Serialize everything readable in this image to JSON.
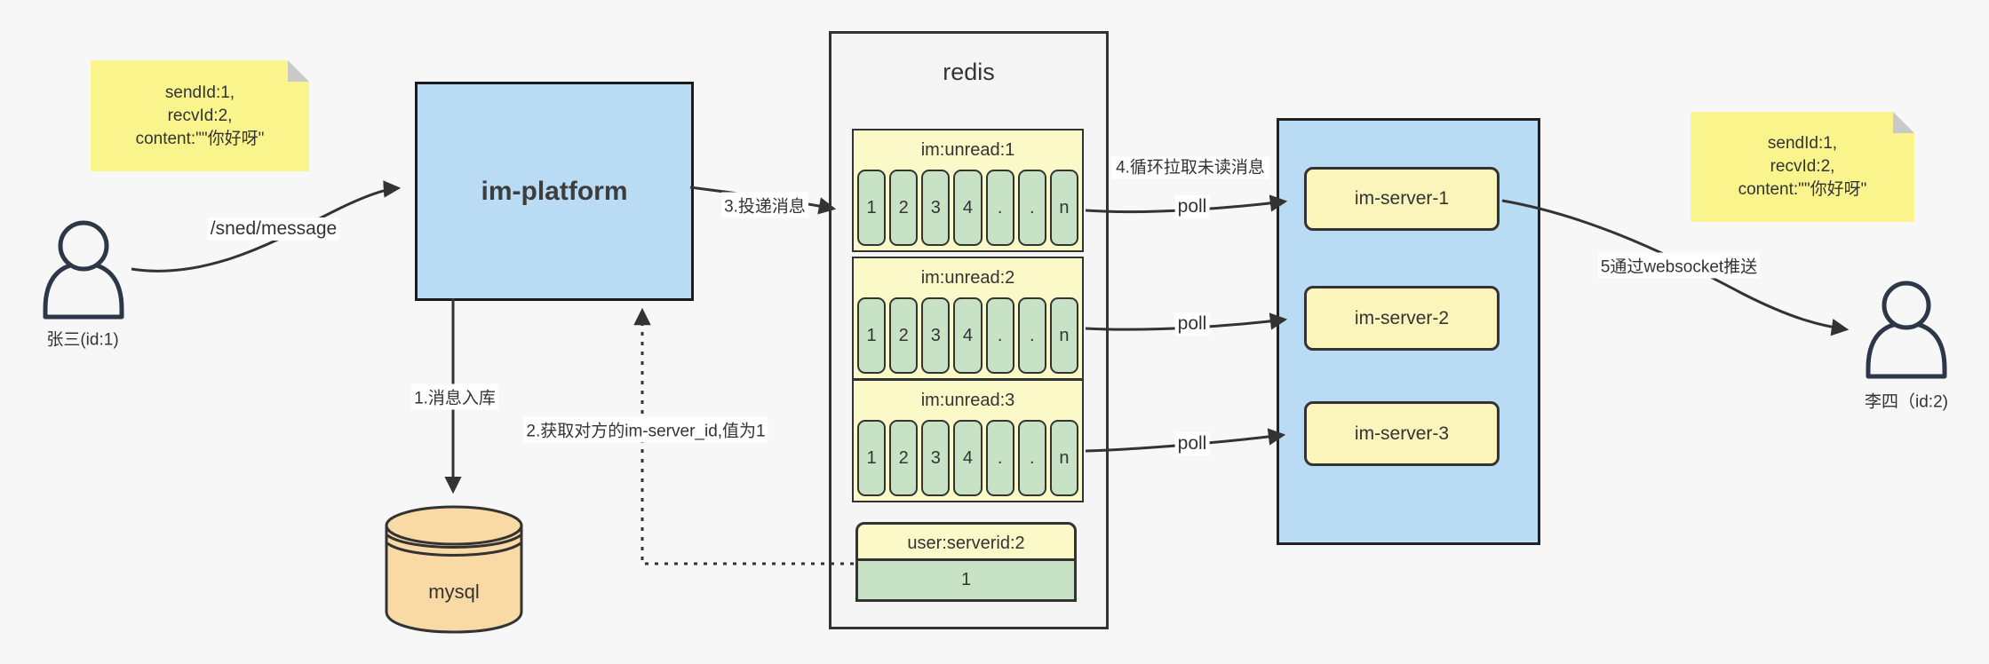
{
  "diagram_title": "im message push architecture",
  "palette": {
    "background": "#f7f7f7",
    "stroke": "#333333",
    "person_stroke": "#2d3748",
    "note_yellow": "#f9f48b",
    "node_blue": "#badbf4",
    "queue_yellow": "#fcf9c9",
    "cell_green": "#c7e2c4",
    "server_yellow": "#fbf5bc",
    "mysql_orange": "#f9d9a4",
    "redis_gray": "#f5f5f5"
  },
  "actors": {
    "sender": {
      "label": "张三(id:1)"
    },
    "receiver": {
      "label": "李四（id:2)"
    }
  },
  "notes": {
    "left": {
      "lines": [
        "sendId:1,",
        "recvId:2,",
        "content:\"\"你好呀\""
      ]
    },
    "right": {
      "lines": [
        "sendId:1,",
        "recvId:2,",
        "content:\"\"你好呀\""
      ]
    }
  },
  "platform": {
    "label": "im-platform"
  },
  "mysql": {
    "label": "mysql"
  },
  "redis": {
    "title": "redis",
    "queues": [
      {
        "title": "im:unread:1",
        "cells": [
          "1",
          "2",
          "3",
          "4",
          ".",
          ".",
          "n"
        ]
      },
      {
        "title": "im:unread:2",
        "cells": [
          "1",
          "2",
          "3",
          "4",
          ".",
          ".",
          "n"
        ]
      },
      {
        "title": "im:unread:3",
        "cells": [
          "1",
          "2",
          "3",
          "4",
          ".",
          ".",
          "n"
        ]
      }
    ],
    "kv": {
      "title": "user:serverid:2",
      "value": "1"
    }
  },
  "servers": {
    "items": [
      {
        "label": "im-server-1"
      },
      {
        "label": "im-server-2"
      },
      {
        "label": "im-server-3"
      }
    ]
  },
  "edges": {
    "send": {
      "label": "/sned/message"
    },
    "step1": {
      "label": "1.消息入库"
    },
    "step2": {
      "label": "2.获取对方的im-server_id,值为1"
    },
    "step3": {
      "label": "3.投递消息"
    },
    "step4": {
      "label": "4.循环拉取未读消息"
    },
    "poll1": {
      "label": "poll"
    },
    "poll2": {
      "label": "poll"
    },
    "poll3": {
      "label": "poll"
    },
    "step5": {
      "label": "5通过websocket推送"
    }
  }
}
